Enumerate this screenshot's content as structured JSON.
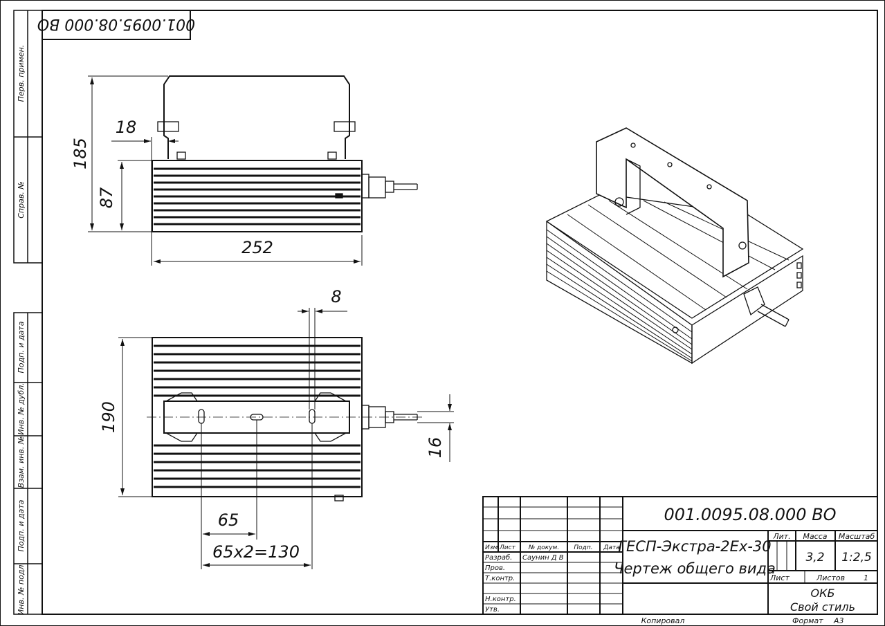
{
  "corner_stamp": "001.0095.08.000 ВО",
  "side_stamps": [
    "Перв. примен.",
    "Справ. №",
    "Подп. и дата",
    "Инв. № дубл.",
    "Взам. инв. №",
    "Подп. и дата",
    "Инв. № подл."
  ],
  "dimensions": {
    "height_total": "185",
    "bracket_offset": "18",
    "body_height": "87",
    "length": "252",
    "slot": "8",
    "width": "190",
    "slot_width": "16",
    "pitch": "65",
    "pitch_total": "65x2=130"
  },
  "title_block": {
    "designation": "001.0095.08.000 ВО",
    "headers": [
      "Изм",
      "Лист",
      "№ докум.",
      "Подп.",
      "Дата"
    ],
    "roles": [
      "Разраб.",
      "Пров.",
      "Т.контр.",
      "Н.контр.",
      "Утв."
    ],
    "developer": "Саунин Д В",
    "product": "ГЕСП-Экстра-2Ex-30",
    "doc_type": "Чертеж общего вида",
    "lit_label": "Лит.",
    "mass_label": "Масса",
    "scale_label": "Масштаб",
    "mass": "3,2",
    "scale": "1:2,5",
    "sheet_label": "Лист",
    "sheets_label": "Листов",
    "sheets": "1",
    "org_line1": "ОКБ",
    "org_line2": "Свой стиль",
    "copied": "Копировал",
    "format_label": "Формат",
    "format": "А3"
  }
}
